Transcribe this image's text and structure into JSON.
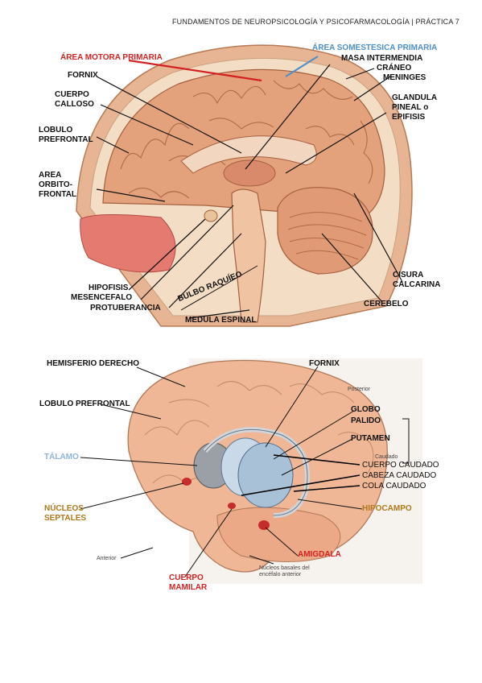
{
  "header": "FUNDAMENTOS DE NEUROPSICOLOGÍA Y PSICOFARMACOLOGÍA | PRÁCTICA 7",
  "figure1": {
    "area_motora": "ÁREA MOTORA PRIMARIA",
    "area_somestesica": "ÁREA SOMESTESICA PRIMARIA",
    "masa_intermedia": "MASA INTERMENDIA",
    "craneo": "CRÁNEO",
    "meninges": "MENINGES",
    "fornix": "FORNIX",
    "cuerpo_calloso": "CUERPO CALLOSO",
    "glandula_pineal": "GLANDULA PINEAL o EPIFISIS",
    "lobulo_prefrontal": "LOBULO PREFRONTAL",
    "area_orbito": "AREA ORBITO-FRONTAL",
    "hipofisis": "HIPOFISIS",
    "mesencefalo": "MESENCEFALO",
    "protuberancia": "PROTUBERANCIA",
    "bulbo": "BULBO RAQUÍEO",
    "medula": "MEDULA ESPINAL",
    "cisura": "CISURA CALCARINA",
    "cerebelo": "CEREBELO"
  },
  "figure2": {
    "hemisferio": "HEMISFERIO DERECHO",
    "fornix": "FORNIX",
    "lobulo_prefrontal": "LOBULO PREFRONTAL",
    "globo": "GLOBO",
    "palido": "PALIDO",
    "putamen": "PUTAMEN",
    "talamo": "TÁLAMO",
    "cuerpo_caudado": "CUERPO CAUDADO",
    "cabeza_caudado": "CABEZA CAUDADO",
    "cola_caudado": "COLA CAUDADO",
    "nucleos_septales": "NÚCLEOS SEPTALES",
    "hipocampo": "HIPOCAMPO",
    "amigdala": "AMIGDALA",
    "cuerpo_mamilar": "CUERPO MAMILAR",
    "posterior": "Posterior",
    "caudado": "Caudado",
    "anterior": "Anterior",
    "nucleos_basales": "Núcleos basales del encéfalo anterior"
  },
  "colors": {
    "red_label": "#d32222",
    "blue_label": "#4f8fc8",
    "gold_label": "#b0781a"
  }
}
